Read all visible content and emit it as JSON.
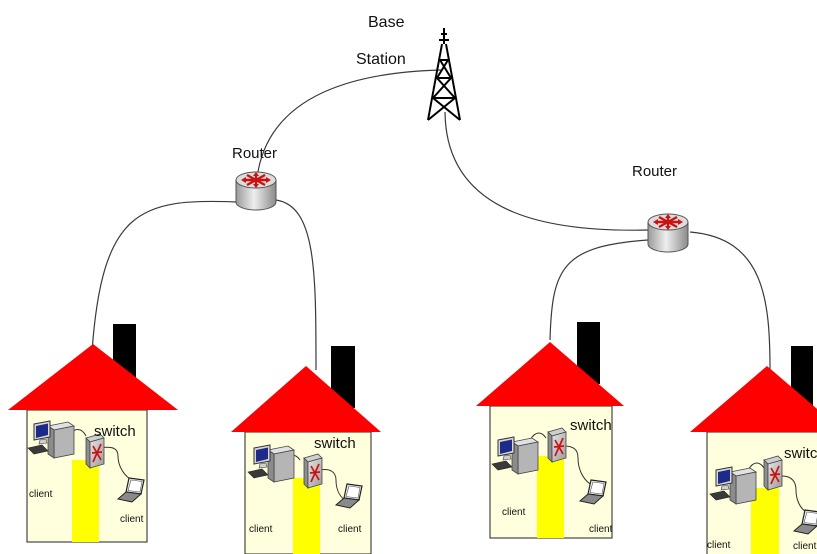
{
  "base_station": {
    "line1": "Base",
    "line2": "Station"
  },
  "routers": [
    {
      "label": "Router"
    },
    {
      "label": "Router"
    }
  ],
  "houses": [
    {
      "switch_label": "switch",
      "client_labels": [
        "client",
        "client"
      ]
    },
    {
      "switch_label": "switch",
      "client_labels": [
        "client",
        "client"
      ]
    },
    {
      "switch_label": "switch",
      "client_labels": [
        "client",
        "client"
      ]
    },
    {
      "switch_label": "switch",
      "client_labels": [
        "client",
        "client"
      ]
    }
  ],
  "colors": {
    "roof": "#ff0000",
    "chimney": "#000000",
    "wall": "#ffffdd",
    "door": "#ffff00",
    "router_body": "#d6d6d6",
    "router_arrows": "#cc1111"
  },
  "icons": [
    "tower-icon",
    "router-icon",
    "switch-icon",
    "desktop-computer-icon",
    "laptop-icon"
  ]
}
